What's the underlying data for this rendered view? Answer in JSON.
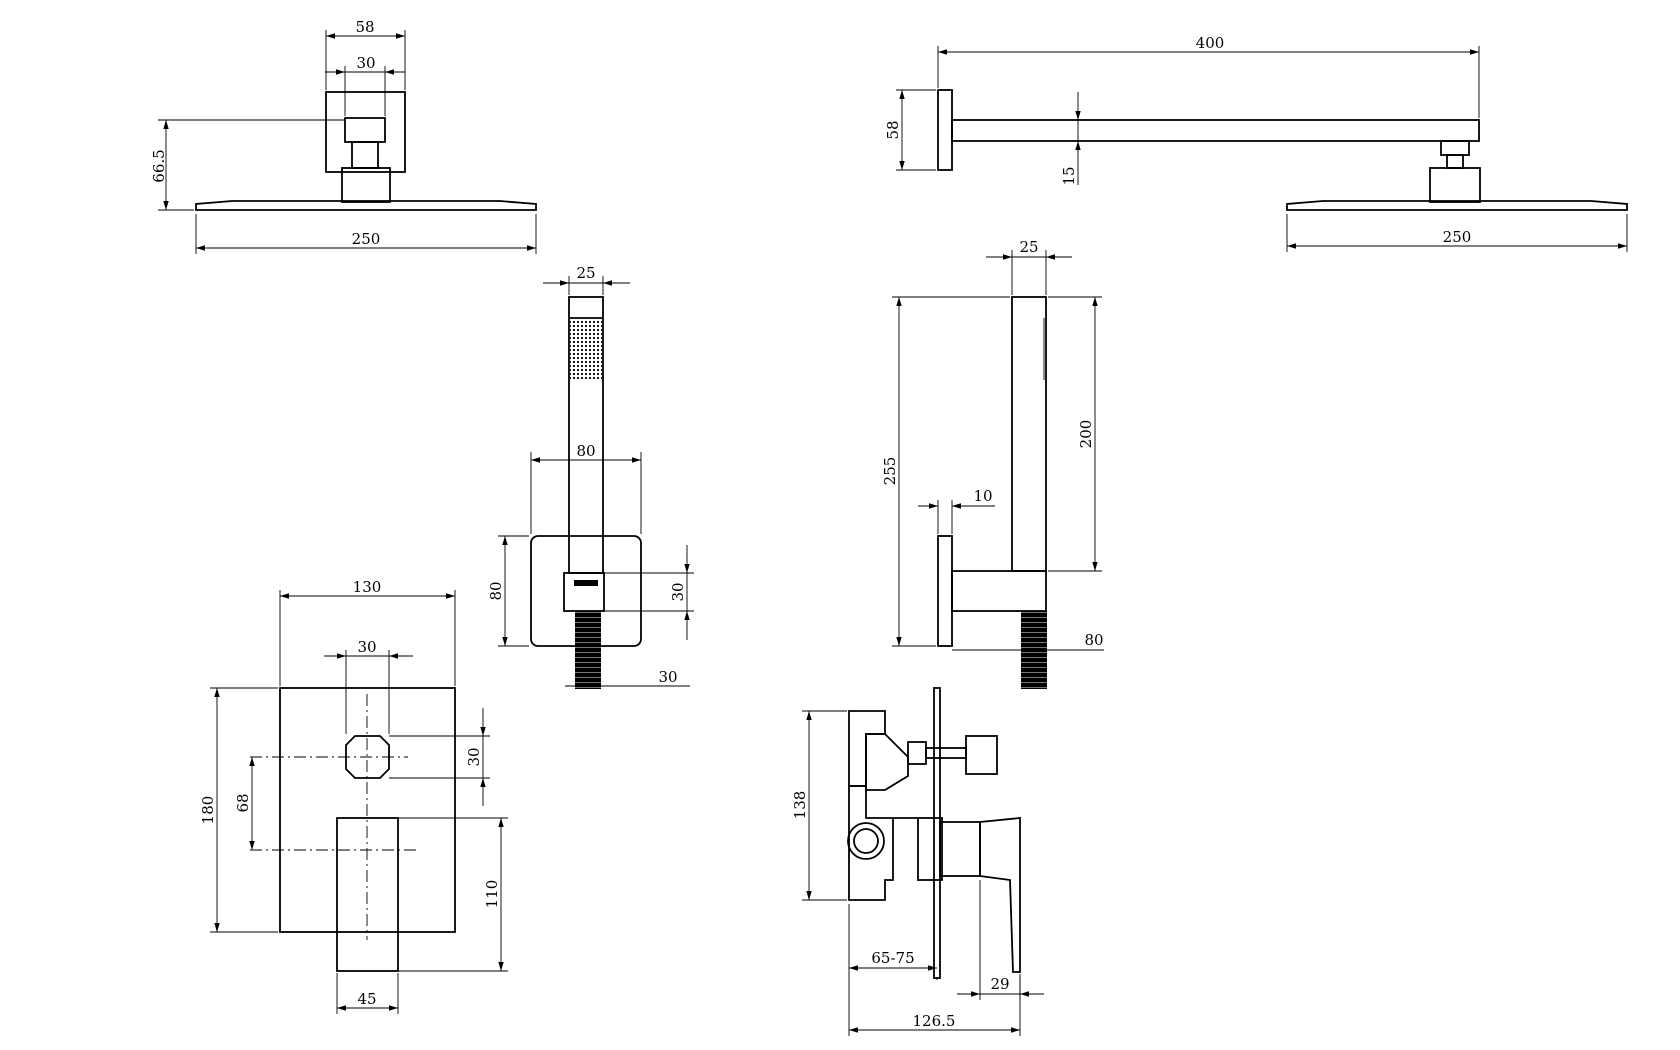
{
  "views": [
    {
      "name": "overhead-shower-front-view",
      "dimensions": {
        "arm_width": "58",
        "connector_width": "30",
        "height": "66.5",
        "head_width": "250"
      }
    },
    {
      "name": "overhead-shower-side-view",
      "dimensions": {
        "arm_length": "400",
        "flange_height": "58",
        "arm_thickness": "15",
        "head_width": "250"
      }
    },
    {
      "name": "hand-shower-front-view",
      "dimensions": {
        "handle_width": "25",
        "holder_width": "80",
        "holder_height": "80",
        "connector_height": "30",
        "hose_width": "30"
      }
    },
    {
      "name": "hand-shower-side-view",
      "dimensions": {
        "handle_width": "25",
        "overall_height": "255",
        "handle_length": "200",
        "plate_thickness": "10",
        "holder_depth": "80"
      }
    },
    {
      "name": "mixer-front-view",
      "dimensions": {
        "plate_width": "130",
        "knob_width": "30",
        "plate_height": "180",
        "knob_offset": "68",
        "knob_height": "30",
        "lever_height": "110",
        "lever_width": "45"
      }
    },
    {
      "name": "mixer-side-view",
      "dimensions": {
        "body_height": "138",
        "wall_depth": "65-75",
        "lever_depth": "29",
        "total_depth": "126.5"
      }
    }
  ]
}
